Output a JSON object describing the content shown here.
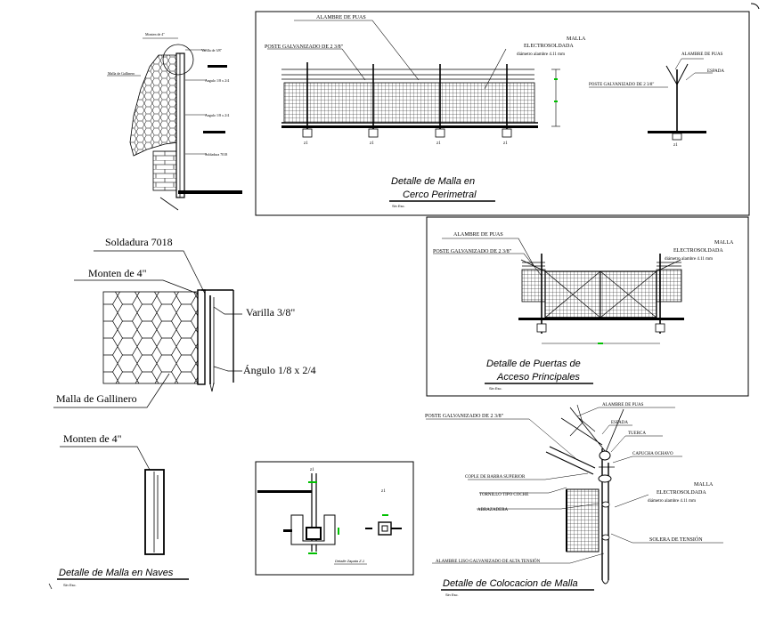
{
  "colors": {
    "ink": "#000000",
    "accent": "#00c000",
    "paper": "#ffffff",
    "brick": "#444444"
  },
  "detail_wall": {
    "labels": {
      "top": "Monten de 4\"",
      "right1": "Varilla de 3/8\"",
      "left": "Malla de Gallinero",
      "right2": "Angulo 1/8 x 2/4",
      "right3": "Angulo 1/8 x 2/4",
      "right4": "Soldadura 7018"
    }
  },
  "detail_perimeter": {
    "labels": {
      "barbed": "ALAMBRE DE PUAS",
      "post": "POSTE GALVANIZADO DE 2 3/8\"",
      "mesh1": "MALLA",
      "mesh2": "ELECTROSOLDADA",
      "wire": "diámetro alambre 4.11 mm",
      "side_barbed": "ALAMBRE DE PUAS",
      "side_sword": "ESPADA",
      "side_post": "POSTE GALVANIZADO DE 2 3/8\"",
      "post_tag": "z1"
    },
    "title1": "Detalle de Malla en",
    "title2": "Cerco Perimetral",
    "scale": "Sin Esc."
  },
  "detail_chicken": {
    "labels": {
      "weld": "Soldadura 7018",
      "monten": "Monten de 4\"",
      "rod": "Varilla 3/8\"",
      "angle": "Ángulo 1/8 x 2/4",
      "mesh": "Malla de Gallinero"
    }
  },
  "detail_gate": {
    "labels": {
      "barbed": "ALAMBRE DE PUAS",
      "post": "POSTE GALVANIZADO DE 2 3/8\"",
      "mesh1": "MALLA",
      "mesh2": "ELECTROSOLDADA",
      "wire": "diámetro alambre 4.11 mm"
    },
    "title1": "Detalle de Puertas de",
    "title2": "Acceso Principales",
    "scale": "Sin Esc."
  },
  "detail_naves": {
    "label": "Monten de 4\"",
    "title": "Detalle de Malla en Naves",
    "scale": "Sin Esc."
  },
  "detail_footing": {
    "tag1": "z1",
    "tag2": "z1",
    "caption": "Detalle Zapata Z-1"
  },
  "detail_placement": {
    "labels": {
      "post": "POSTE GALVANIZADO DE 2 3/8\"",
      "barbed": "ALAMBRE DE PUAS",
      "sword": "ESPADA",
      "nut": "TUERCA",
      "cap": "CAPUCHA OCHAVO",
      "coupling": "COPLE DE BARRA SUPERIOR",
      "screw": "TORNILLO TIPO COCHE",
      "clamp": "ABRAZADERA",
      "mesh1": "MALLA",
      "mesh2": "ELECTROSOLDADA",
      "wire": "diámetro alambre 4.11 mm",
      "tension": "SOLERA DE TENSIÓN",
      "plain_wire": "ALAMBRE LISO GALVANIZADO DE ALTA TENSIÓN"
    },
    "title": "Detalle de Colocacion de Malla",
    "scale": "Sin Esc."
  }
}
